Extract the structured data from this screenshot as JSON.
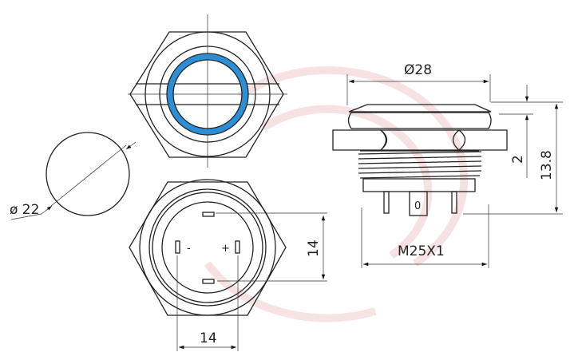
{
  "labels": {
    "panel_hole_diameter": "ø 22",
    "terminal_spacing_horizontal": "14",
    "terminal_spacing_vertical": "14",
    "minus_terminal": "-",
    "plus_terminal": "+",
    "outer_diameter": "Ø28",
    "head_height": "2",
    "total_height": "13.8",
    "thread_spec": "M25X1",
    "terminal_marking": "0"
  },
  "colors": {
    "led_ring": "#2b8fd8",
    "line": "#222222",
    "watermark": "#f3d6d6"
  }
}
